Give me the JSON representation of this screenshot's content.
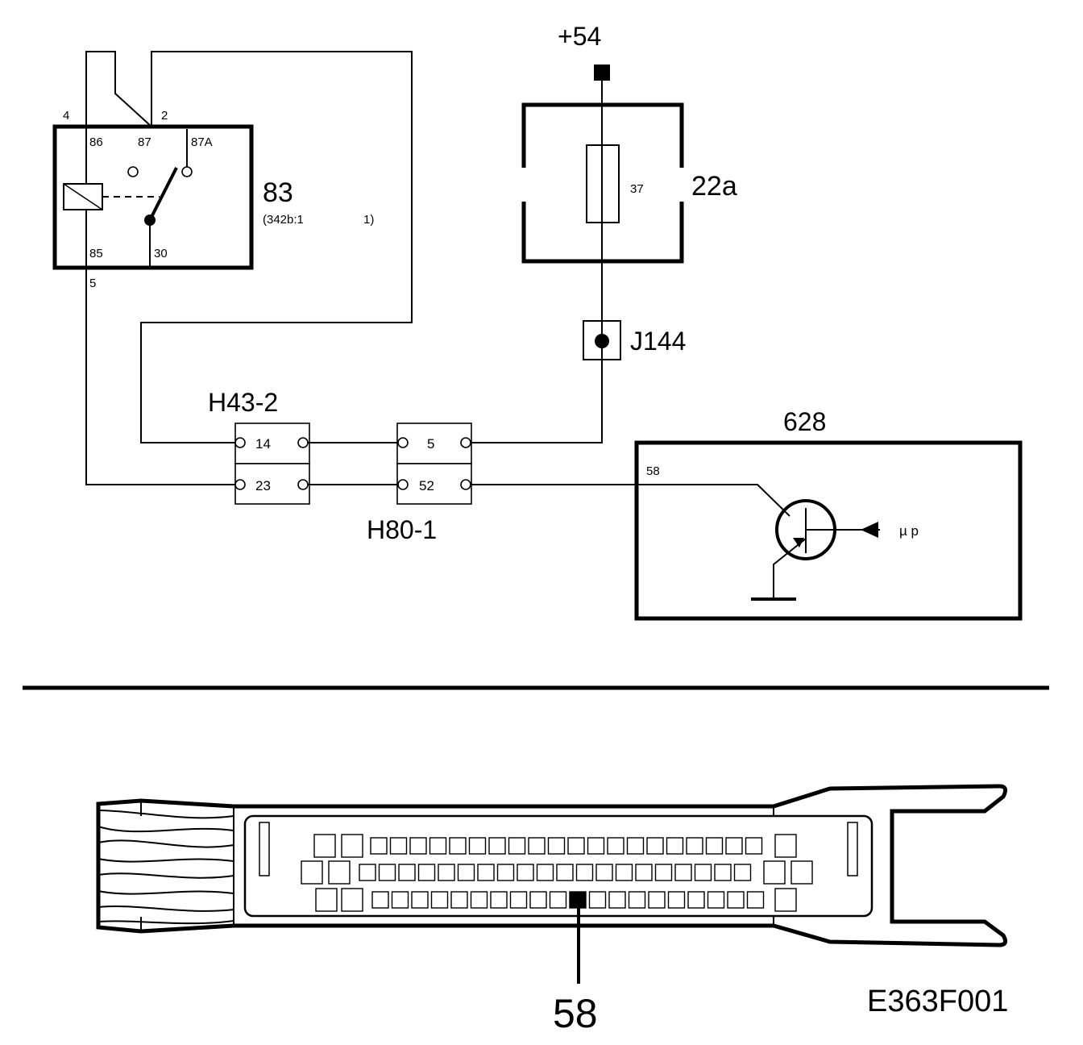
{
  "relay": {
    "id": "83",
    "note_left": "(342b:1",
    "note_right": "1)",
    "pin_86": "86",
    "pin_87": "87",
    "pin_87a": "87A",
    "pin_85": "85",
    "pin_30": "30",
    "wire_4": "4",
    "wire_2": "2",
    "wire_5": "5"
  },
  "supply": {
    "label": "+54"
  },
  "fuse_box": {
    "id": "22a",
    "fuse": "37"
  },
  "junction": {
    "id": "J144"
  },
  "connector_h43": {
    "id": "H43-2",
    "pins": [
      "14",
      "23"
    ]
  },
  "connector_h80": {
    "id": "H80-1",
    "pins": [
      "5",
      "52"
    ]
  },
  "control_unit": {
    "id": "628",
    "pin": "58",
    "signal": "µ p"
  },
  "plug_view": {
    "callout": "58"
  },
  "figure_code": "E363F001"
}
